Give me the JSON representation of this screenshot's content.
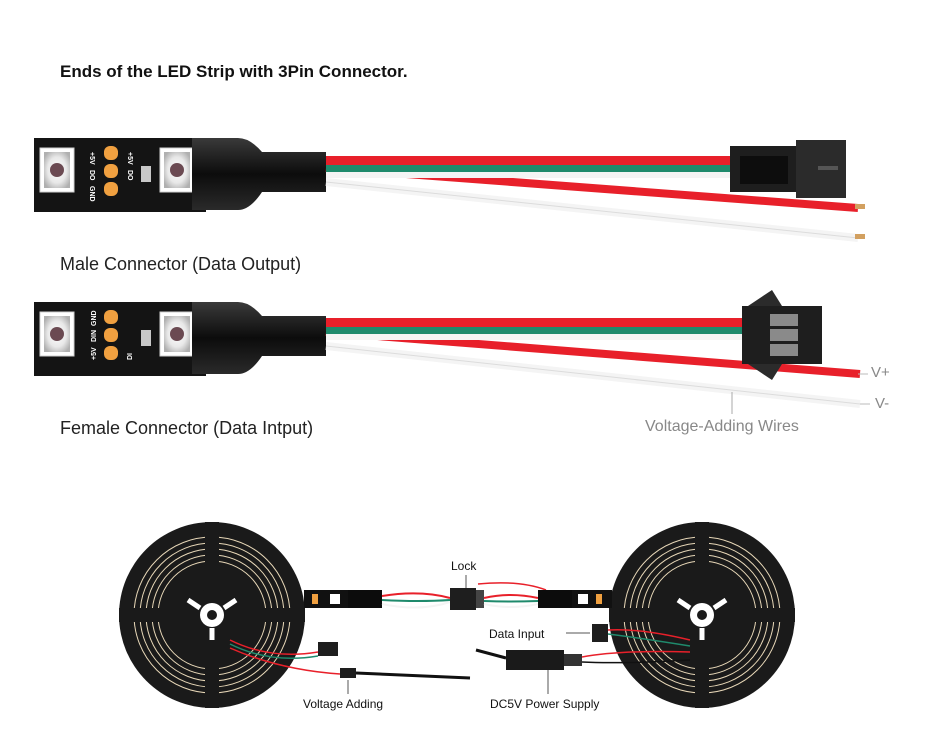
{
  "title": "Ends of the LED Strip with 3Pin Connector.",
  "male": {
    "caption": "Male Connector (Data Output)"
  },
  "female": {
    "caption": "Female Connector (Data Intput)"
  },
  "wires": {
    "vplus": "V+",
    "vminus": "V-",
    "voltage_adding": "Voltage-Adding Wires"
  },
  "diagram": {
    "lock": "Lock",
    "data_input": "Data Input",
    "voltage_adding": "Voltage Adding",
    "power_supply": "DC5V Power Supply"
  },
  "colors": {
    "red_wire": "#e8202a",
    "green_wire": "#1f8a6c",
    "white_wire": "#f4f4f4",
    "strip": "#141414",
    "solder_pad": "#f0a040",
    "reel": "#1a1a1a"
  }
}
